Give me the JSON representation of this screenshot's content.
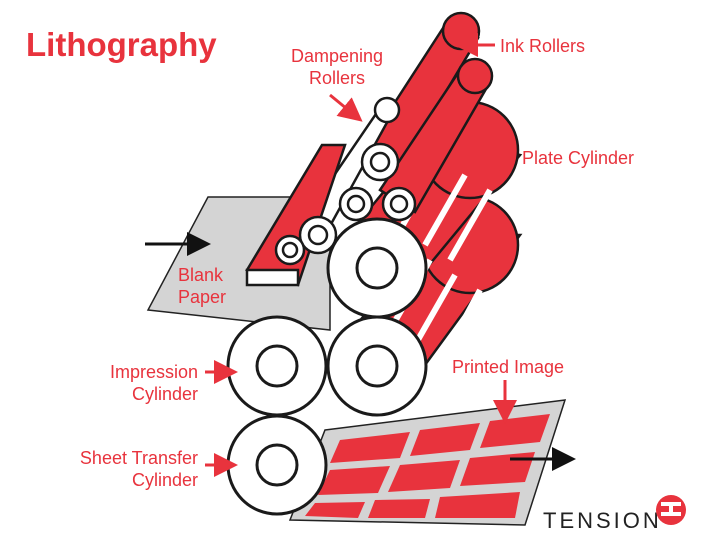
{
  "title": "Lithography",
  "labels": {
    "ink_rollers": "Ink Rollers",
    "dampening_rollers_1": "Dampening",
    "dampening_rollers_2": "Rollers",
    "plate_cylinder": "Plate Cylinder",
    "blank_paper_1": "Blank",
    "blank_paper_2": "Paper",
    "impression_cylinder_1": "Impression",
    "impression_cylinder_2": "Cylinder",
    "printed_image": "Printed Image",
    "sheet_transfer_1": "Sheet Transfer",
    "sheet_transfer_2": "Cylinder"
  },
  "logo": {
    "text": "TENSION"
  },
  "colors": {
    "red": "#e8333d",
    "gray": "#d4d4d4",
    "outline": "#1a1a1a"
  }
}
